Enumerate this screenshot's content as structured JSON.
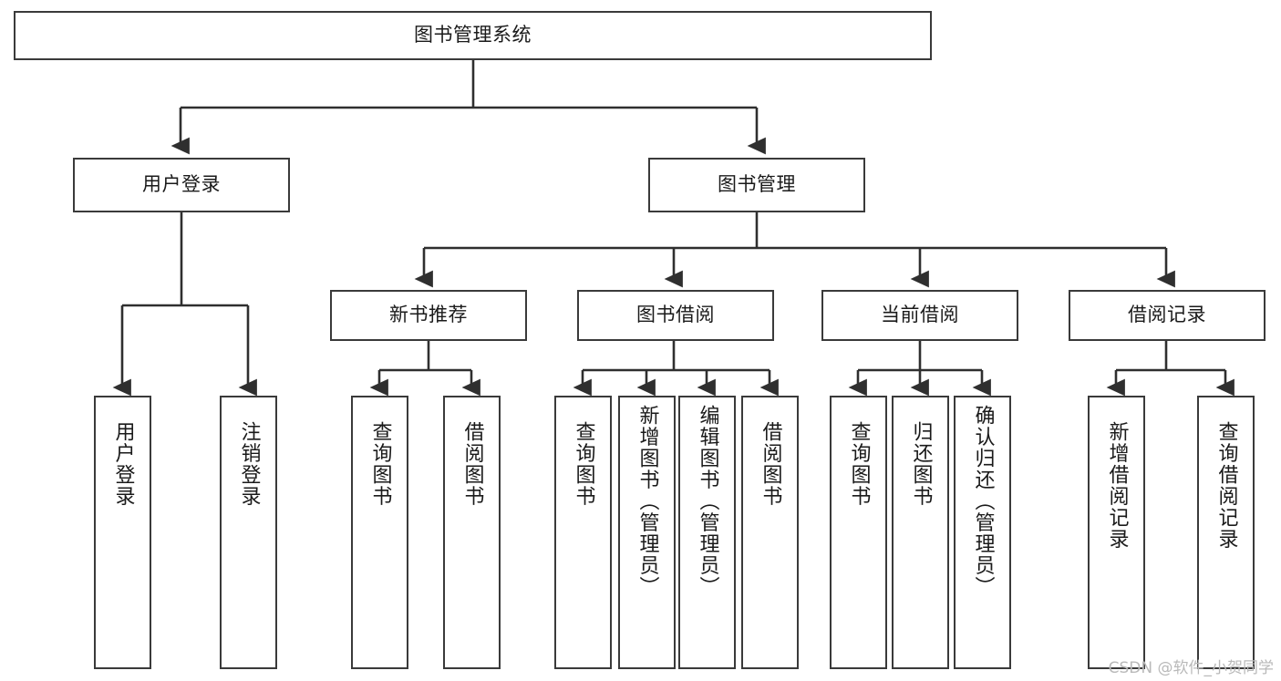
{
  "diagram": {
    "title": "图书管理系统",
    "type": "tree-hierarchy-diagram",
    "colors": {
      "box_border": "#3a3a3a",
      "box_fill": "#ffffff",
      "edge": "#2f2f2f",
      "text": "#1a1a1a",
      "watermark": "#b9b9b9"
    },
    "root": {
      "label": "图书管理系统"
    },
    "level2": [
      {
        "label": "用户登录"
      },
      {
        "label": "图书管理"
      }
    ],
    "level3": [
      {
        "label": "新书推荐"
      },
      {
        "label": "图书借阅"
      },
      {
        "label": "当前借阅"
      },
      {
        "label": "借阅记录"
      }
    ],
    "leaves": {
      "user_login": [
        {
          "label": "用户登录"
        },
        {
          "label": "注销登录"
        }
      ],
      "new_book_recommend": [
        {
          "label": "查询图书"
        },
        {
          "label": "借阅图书"
        }
      ],
      "book_borrow": [
        {
          "label": "查询图书"
        },
        {
          "label": "新增图书（管理员）"
        },
        {
          "label": "编辑图书（管理员）"
        },
        {
          "label": "借阅图书"
        }
      ],
      "current_borrow": [
        {
          "label": "查询图书"
        },
        {
          "label": "归还图书"
        },
        {
          "label": "确认归还（管理员）"
        }
      ],
      "borrow_record": [
        {
          "label": "新增借阅记录"
        },
        {
          "label": "查询借阅记录"
        }
      ]
    }
  },
  "watermark": {
    "text": "CSDN @软件_小贺同学"
  }
}
